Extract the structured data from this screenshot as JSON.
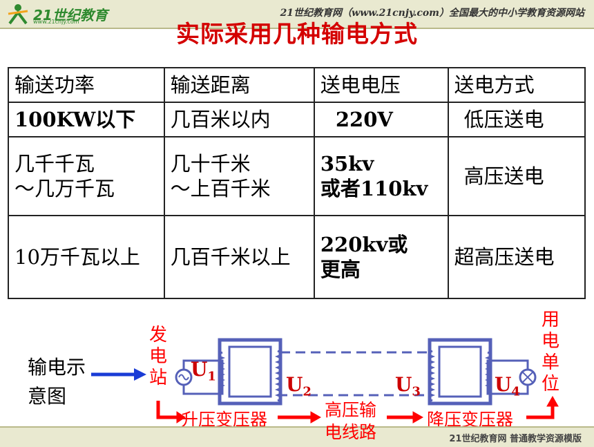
{
  "header": {
    "logo_text": "21世纪教育",
    "logo_sub": "www.21cnjy.com",
    "banner": "21世纪教育网（www.21cnjy.com）全国最大的中小学教育资源网站"
  },
  "title": "实际采用几种输电方式",
  "table": {
    "headers": [
      "输送功率",
      "输送距离",
      "送电电压",
      "送电方式"
    ],
    "rows": [
      [
        "100KW以下",
        "几百米以内",
        "220V",
        "低压送电"
      ],
      [
        "几千千瓦\n～几万千瓦",
        "几十千米\n～上百千米",
        "35kv\n或者110kv",
        "高压送电"
      ],
      [
        "10万千瓦以上",
        "几百千米以上",
        "220kv或\n更高",
        "超高压送电"
      ]
    ]
  },
  "diagram": {
    "caption_line1": "输电示",
    "caption_line2": "意图",
    "power_station": "发电站",
    "user_unit": "用电单位",
    "step_up": "升压变压器",
    "line_top": "高压输",
    "line_bottom": "电线路",
    "step_down": "降压变压器",
    "u1": "U",
    "u1_sub": "1",
    "u2": "U",
    "u2_sub": "2",
    "u3": "U",
    "u3_sub": "3",
    "u4": "U",
    "u4_sub": "4"
  },
  "footer": {
    "text": "21世纪教育网    普通教学资源模版"
  },
  "colors": {
    "accent": "#ff0000",
    "arrow_blue": "#1a3cd6",
    "transformer": "#5560b8"
  }
}
